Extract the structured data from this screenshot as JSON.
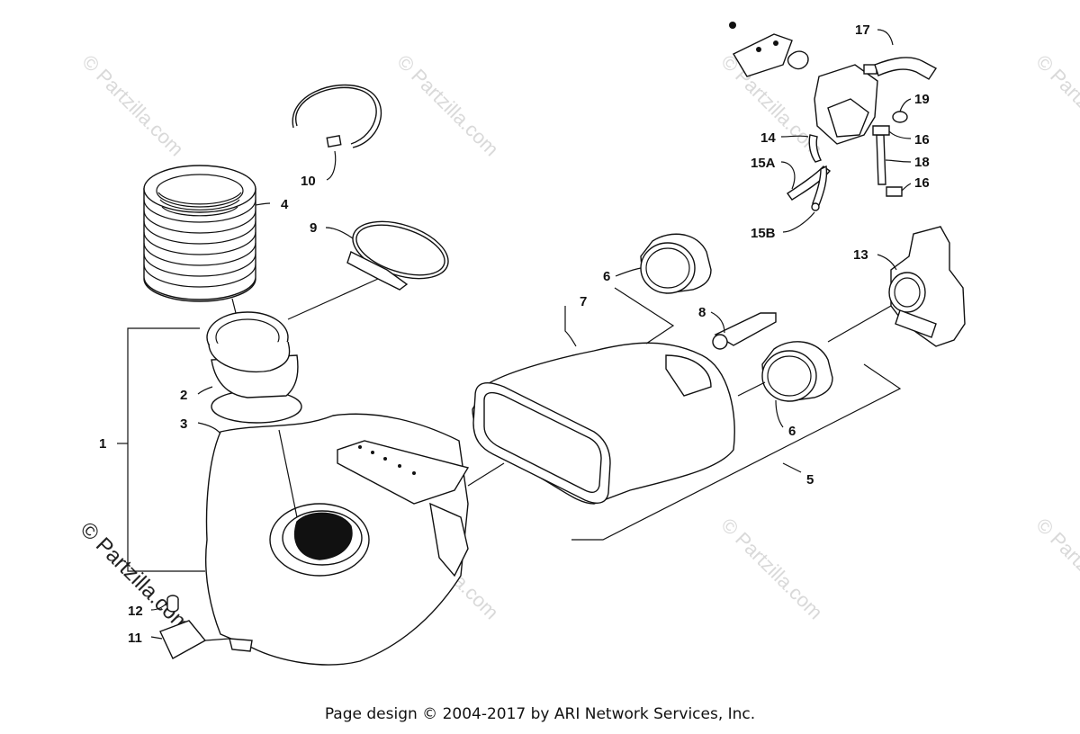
{
  "watermark": {
    "text": "© Partzilla.com"
  },
  "labels": {
    "l1": "1",
    "l2": "2",
    "l3": "3",
    "l4": "4",
    "l5": "5",
    "l6a": "6",
    "l6b": "6",
    "l7": "7",
    "l8": "8",
    "l9": "9",
    "l10": "10",
    "l11": "11",
    "l12": "12",
    "l13": "13",
    "l14": "14",
    "l15a": "15A",
    "l15b": "15B",
    "l16a": "16",
    "l16b": "16",
    "l17": "17",
    "l18": "18",
    "l19": "19"
  },
  "footer": {
    "text": "Page design © 2004-2017 by ARI Network Services, Inc."
  }
}
